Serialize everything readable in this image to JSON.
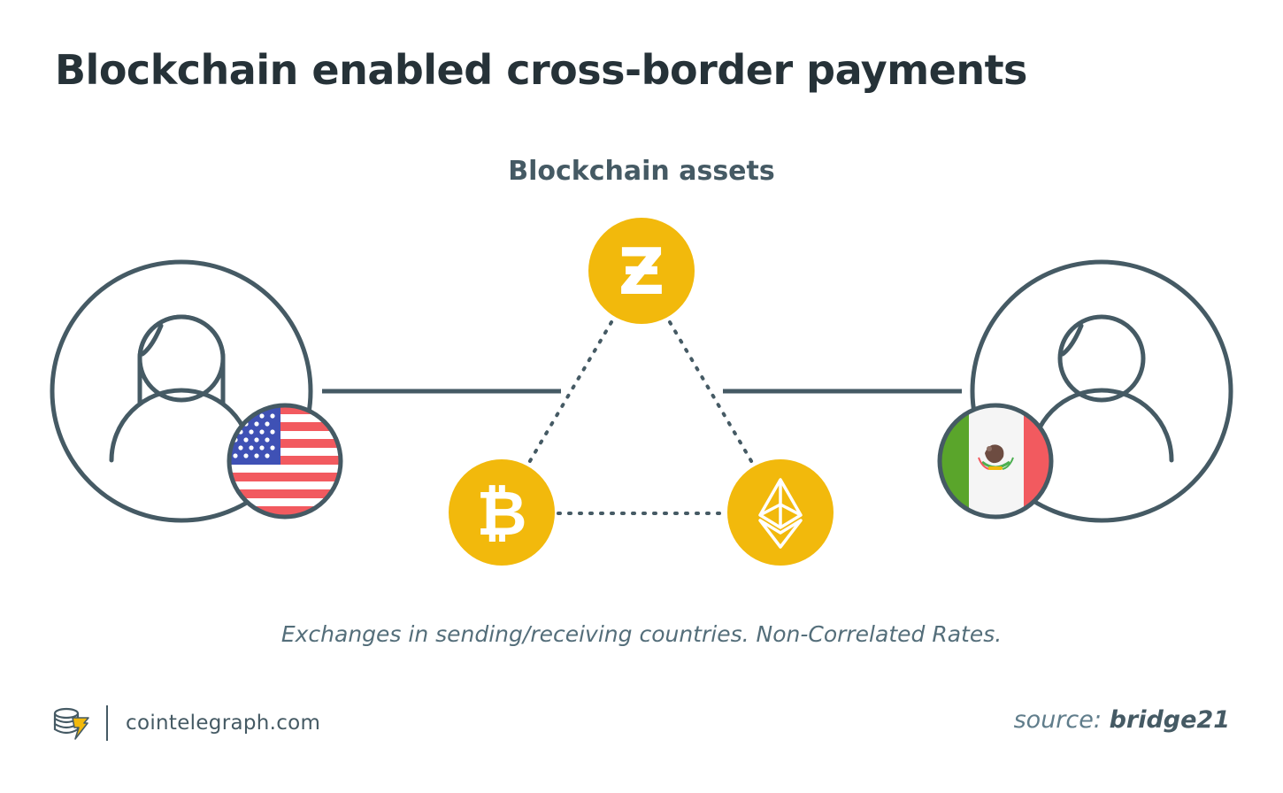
{
  "title": "Blockchain enabled cross-border payments",
  "diagram": {
    "center_label": "Blockchain assets",
    "assets": [
      {
        "name": "zcash",
        "icon": "zcash-icon",
        "glyph": "Ƶ"
      },
      {
        "name": "bitcoin",
        "icon": "bitcoin-icon",
        "glyph": "₿"
      },
      {
        "name": "ethereum",
        "icon": "ethereum-icon"
      }
    ],
    "sender": {
      "flag": "usa-flag-icon"
    },
    "receiver": {
      "flag": "mexico-flag-icon"
    },
    "caption": "Exchanges in sending/receiving countries. Non-Correlated Rates."
  },
  "footer": {
    "brand": "cointelegraph.com",
    "source_prefix": "source:",
    "source_name": "bridge21"
  },
  "colors": {
    "text_dark": "#263238",
    "line": "#455a64",
    "coin": "#f2b90c",
    "flag_red": "#f25a5f",
    "flag_blue": "#3f51b5",
    "flag_green": "#5aa52b"
  }
}
